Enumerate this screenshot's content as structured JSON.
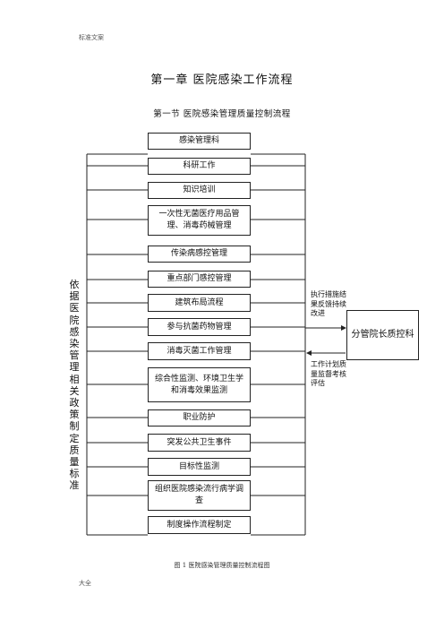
{
  "header": {
    "text": "标准文案"
  },
  "title": "第一章 医院感染工作流程",
  "subtitle": "第一节 医院感染管理质量控制流程",
  "flow": {
    "items": [
      "感染管理科",
      "科研工作",
      "知识培训",
      "一次性无菌医疗用品管理、消毒药械管理",
      "传染病感控管理",
      "重点部门感控管理",
      "建筑布局流程",
      "参与抗菌药物管理",
      "消毒灭菌工作管理",
      "综合性监测、环境卫生学和消毒效果监测",
      "职业防护",
      "突发公共卫生事件",
      "目标性监测",
      "组织医院感染流行病学调查",
      "制度操作流程制定"
    ],
    "left_label": "依据医院感染管理相关政策制定质量标准",
    "right_box": "分管院长质控科",
    "upper_note": "执行措施结果反馈持续改进",
    "lower_note": "工作计划质量监督考核评估"
  },
  "caption": "图 1 医院感染管理质量控制流程图",
  "footer": {
    "text": "大全"
  }
}
